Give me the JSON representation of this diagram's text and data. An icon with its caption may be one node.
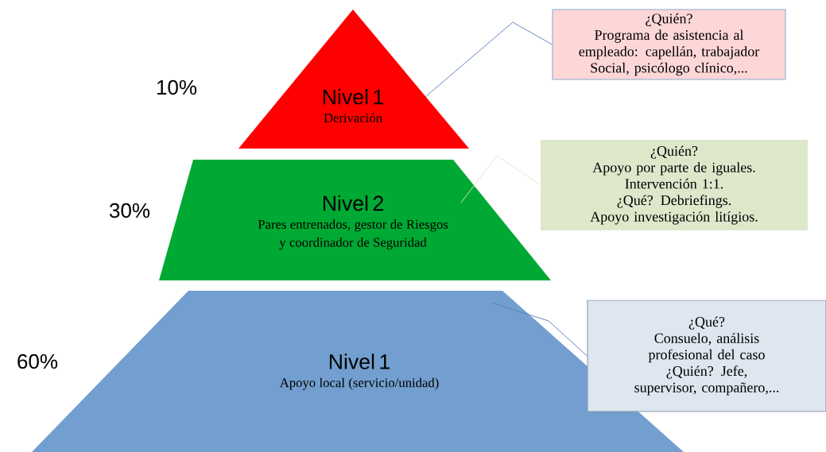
{
  "diagram": {
    "nodes": [
      {
        "text": [
          "Nivel 1",
          "Derivación"
        ],
        "beside": [
          "10%"
        ]
      },
      {
        "text": [
          "Nivel 2",
          "Pares entrenados, gestor de Riesgos y coordinador de Seguridad"
        ],
        "beside": [
          "30%"
        ]
      },
      {
        "text": [
          "Nivel 1",
          "Apoyo local (servicio/unidad)"
        ],
        "beside": [
          "60%"
        ]
      },
      {
        "text": [
          "¿Quién?",
          "Programa de asistencia al empleado: capellán, trabajador Social, psicólogo clínico,..."
        ]
      },
      {
        "text": [
          "¿Quién?",
          "Apoyo por parte de iguales.",
          "Intervención 1:1.",
          "¿Qué? Debriefings.",
          "Apoyo investigación litígios."
        ]
      },
      {
        "text": [
          "¿Qué?",
          "Consuelo, análisis profesional del caso",
          "¿Quién? Jefe, supervisor, compañero,..."
        ]
      }
    ],
    "edges": [
      {
        "from": 3,
        "to": 0,
        "arrow": "none"
      },
      {
        "from": 4,
        "to": 1,
        "arrow": "none",
        "color": "#e6e4cc"
      },
      {
        "from": 5,
        "to": 2,
        "arrow": "none"
      }
    ]
  }
}
